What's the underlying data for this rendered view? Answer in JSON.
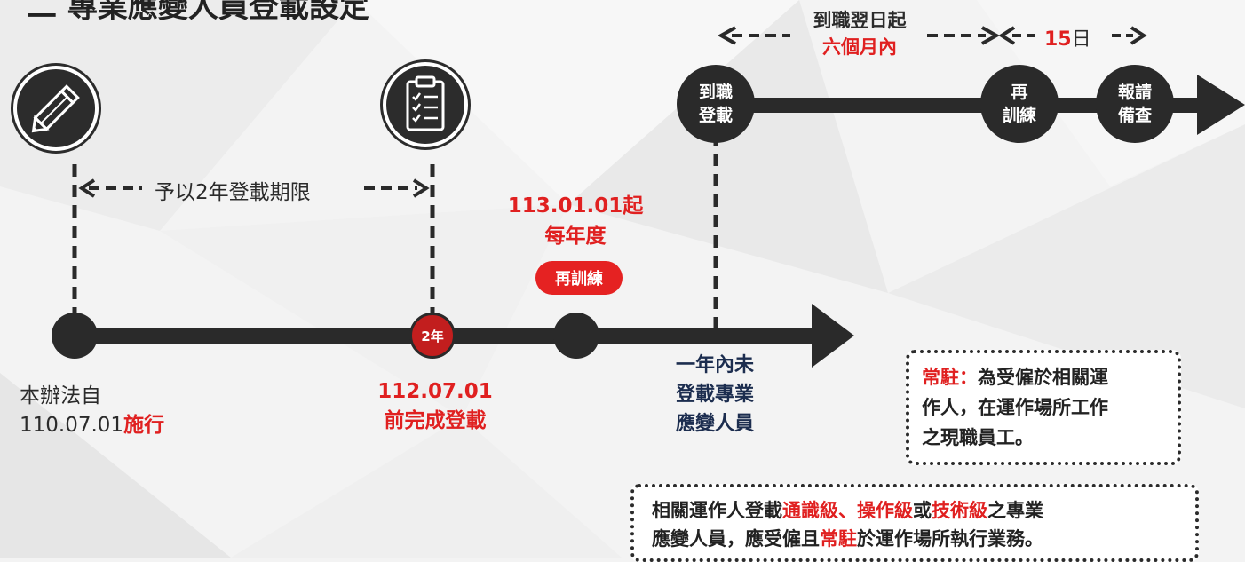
{
  "title": "二 專業應變人員登載設定",
  "top_timeline": {
    "span1_line1": "到職翌日起",
    "span1_line2": "六個月內",
    "span2_days": "15",
    "span2_unit": "日",
    "nodes": [
      {
        "line1": "到職",
        "line2": "登載"
      },
      {
        "line1": "再",
        "line2": "訓練"
      },
      {
        "line1": "報請",
        "line2": "備查"
      }
    ]
  },
  "main_timeline": {
    "period_label": "予以2年登載期限",
    "start": {
      "line1": "本辦法自",
      "date": "110.07.01",
      "suffix": "施行"
    },
    "badge": "2年",
    "deadline": {
      "line1": "112.07.01",
      "line2": "前完成登載"
    },
    "annual": {
      "line1": "113.01.01起",
      "line2": "每年度",
      "pill": "再訓練"
    },
    "end_note": {
      "line1": "一年內未",
      "line2": "登載專業",
      "line3": "應變人員"
    }
  },
  "note_resident": {
    "highlight": "常駐：",
    "line1": "為受僱於相關運",
    "line2": "作人，在運作場所工作",
    "line3": "之現職員工。"
  },
  "note_bottom": {
    "p1": "相關運作人登載",
    "r1": "通識級",
    "p2": "、",
    "r2": "操作級",
    "p3": "或",
    "r3": "技術級",
    "p4": "之專業",
    "line2_p1": "應變人員，應受僱且",
    "line2_r1": "常駐",
    "line2_p2": "於運作場所執行業務。"
  },
  "colors": {
    "red": "#e02020",
    "navy": "#1c2d4f",
    "dark": "#2a2a2a"
  },
  "icons": [
    "pencil-icon",
    "clipboard-checklist-icon"
  ]
}
